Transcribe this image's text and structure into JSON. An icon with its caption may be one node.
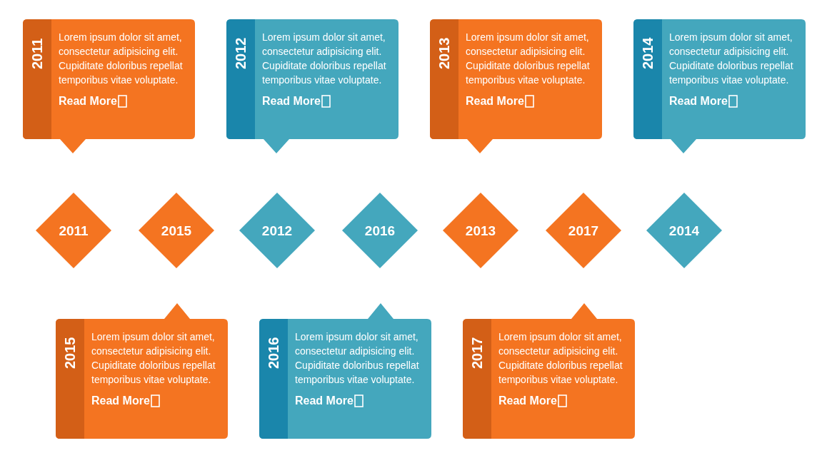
{
  "diagram": {
    "nodes": [
      {
        "text": [
          "2011",
          "Lorem ipsum dolor sit amet, consectetur adipisicing elit. Cupiditate doloribus repellat temporibus vitae voluptate.",
          "Read More"
        ]
      },
      {
        "text": [
          "2012",
          "Lorem ipsum dolor sit amet, consectetur adipisicing elit. Cupiditate doloribus repellat temporibus vitae voluptate.",
          "Read More"
        ]
      },
      {
        "text": [
          "2013",
          "Lorem ipsum dolor sit amet, consectetur adipisicing elit. Cupiditate doloribus repellat temporibus vitae voluptate.",
          "Read More"
        ]
      },
      {
        "text": [
          "2014",
          "Lorem ipsum dolor sit amet, consectetur adipisicing elit. Cupiditate doloribus repellat temporibus vitae voluptate.",
          "Read More"
        ]
      },
      {
        "text": [
          "2011"
        ]
      },
      {
        "text": [
          "2015"
        ]
      },
      {
        "text": [
          "2012"
        ]
      },
      {
        "text": [
          "2016"
        ]
      },
      {
        "text": [
          "2013"
        ]
      },
      {
        "text": [
          "2017"
        ]
      },
      {
        "text": [
          "2014"
        ]
      },
      {
        "text": [
          "2015",
          "Lorem ipsum dolor sit amet, consectetur adipisicing elit. Cupiditate doloribus repellat temporibus vitae voluptate.",
          "Read More"
        ]
      },
      {
        "text": [
          "2016",
          "Lorem ipsum dolor sit amet, consectetur adipisicing elit. Cupiditate doloribus repellat temporibus vitae voluptate.",
          "Read More"
        ]
      },
      {
        "text": [
          "2017",
          "Lorem ipsum dolor sit amet, consectetur adipisicing elit. Cupiditate doloribus repellat temporibus vitae voluptate.",
          "Read More"
        ]
      }
    ]
  }
}
